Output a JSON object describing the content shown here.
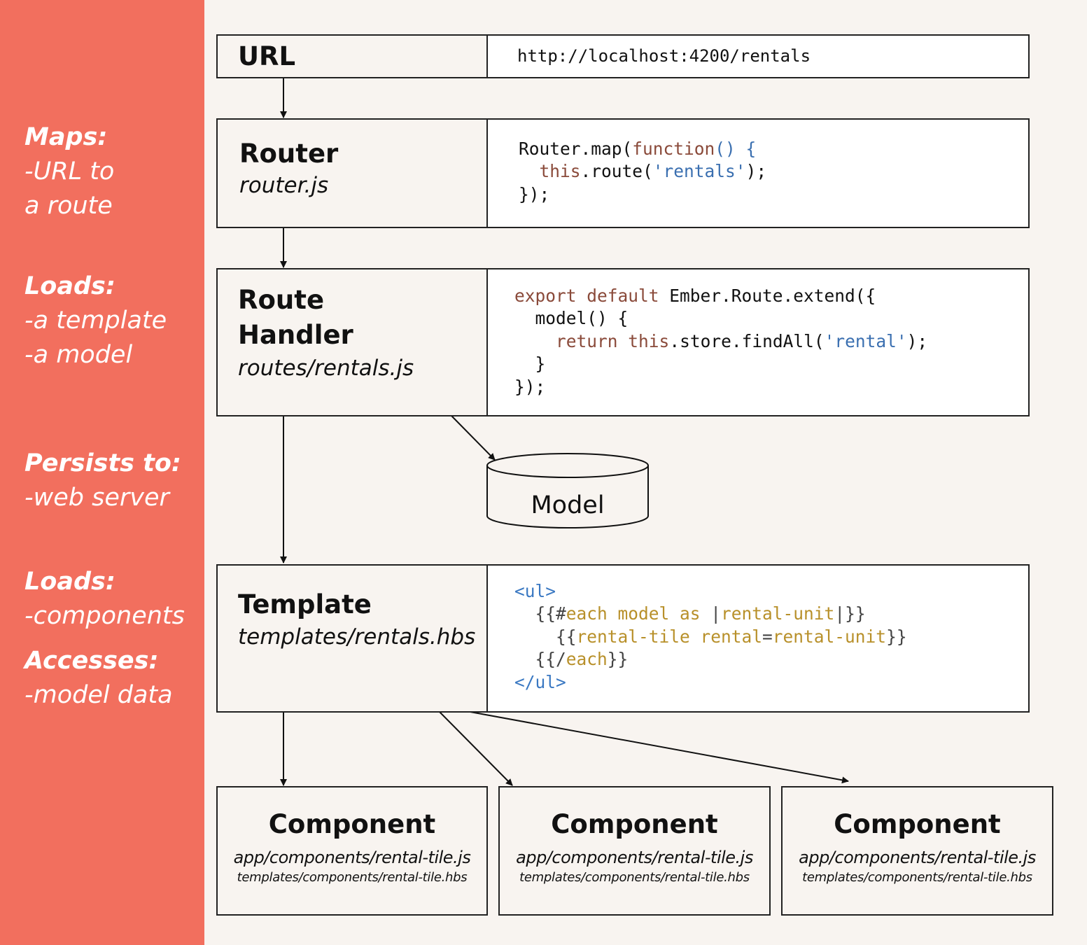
{
  "sidebar": {
    "maps": {
      "title": "Maps:",
      "lines": [
        "-URL to",
        "a route"
      ]
    },
    "loads_route": {
      "title": "Loads:",
      "lines": [
        "-a template",
        "-a model"
      ]
    },
    "persists": {
      "title": "Persists to:",
      "lines": [
        "-web server"
      ]
    },
    "loads_components": {
      "title": "Loads:",
      "lines": [
        "-components"
      ]
    },
    "accesses": {
      "title": "Accesses:",
      "lines": [
        "-model data"
      ]
    }
  },
  "url_row": {
    "label": "URL",
    "value": "http://localhost:4200/rentals"
  },
  "router_row": {
    "title": "Router",
    "file": "router.js",
    "code": [
      [
        {
          "t": "Router.map(",
          "c": ""
        },
        {
          "t": "function",
          "c": "kw"
        },
        {
          "t": "() {",
          "c": "str"
        }
      ],
      [
        {
          "t": "  ",
          "c": ""
        },
        {
          "t": "this",
          "c": "kw"
        },
        {
          "t": ".route(",
          "c": ""
        },
        {
          "t": "'rentals'",
          "c": "str"
        },
        {
          "t": ");",
          "c": ""
        }
      ],
      [
        {
          "t": "});",
          "c": ""
        }
      ]
    ]
  },
  "route_handler_row": {
    "title_line1": "Route",
    "title_line2": "Handler",
    "file": "routes/rentals.js",
    "code": [
      [
        {
          "t": "export default",
          "c": "kw"
        },
        {
          "t": " Ember.Route.extend({",
          "c": ""
        }
      ],
      [
        {
          "t": "  model() {",
          "c": ""
        }
      ],
      [
        {
          "t": "    ",
          "c": ""
        },
        {
          "t": "return",
          "c": "kw"
        },
        {
          "t": " ",
          "c": ""
        },
        {
          "t": "this",
          "c": "kw"
        },
        {
          "t": ".store.findAll(",
          "c": ""
        },
        {
          "t": "'rental'",
          "c": "str"
        },
        {
          "t": ");",
          "c": ""
        }
      ],
      [
        {
          "t": "  }",
          "c": ""
        }
      ],
      [
        {
          "t": "});",
          "c": ""
        }
      ]
    ]
  },
  "model": {
    "label": "Model"
  },
  "template_row": {
    "title": "Template",
    "file": "templates/rentals.hbs",
    "code": [
      [
        {
          "t": "<ul>",
          "c": "tag"
        }
      ],
      [
        {
          "t": "  {{#",
          "c": "gr"
        },
        {
          "t": "each model as ",
          "c": "hb"
        },
        {
          "t": "|",
          "c": "gr"
        },
        {
          "t": "rental-unit",
          "c": "hb"
        },
        {
          "t": "|}}",
          "c": "gr"
        }
      ],
      [
        {
          "t": "    {{",
          "c": "gr"
        },
        {
          "t": "rental-tile rental",
          "c": "hb"
        },
        {
          "t": "=",
          "c": "gr"
        },
        {
          "t": "rental-unit",
          "c": "hb"
        },
        {
          "t": "}}",
          "c": "gr"
        }
      ],
      [
        {
          "t": "  {{/",
          "c": "gr"
        },
        {
          "t": "each",
          "c": "hb"
        },
        {
          "t": "}}",
          "c": "gr"
        }
      ],
      [
        {
          "t": "</ul>",
          "c": "tag"
        }
      ]
    ]
  },
  "components": [
    {
      "title": "Component",
      "js": "app/components/rental-tile.js",
      "hbs": "templates/components/rental-tile.hbs"
    },
    {
      "title": "Component",
      "js": "app/components/rental-tile.js",
      "hbs": "templates/components/rental-tile.hbs"
    },
    {
      "title": "Component",
      "js": "app/components/rental-tile.js",
      "hbs": "templates/components/rental-tile.hbs"
    }
  ],
  "colors": {
    "sidebar": "#f26f5e",
    "background": "#f8f4f0",
    "keyword": "#8a4a3a",
    "string": "#3a6fb0",
    "handlebars": "#b8902a"
  }
}
